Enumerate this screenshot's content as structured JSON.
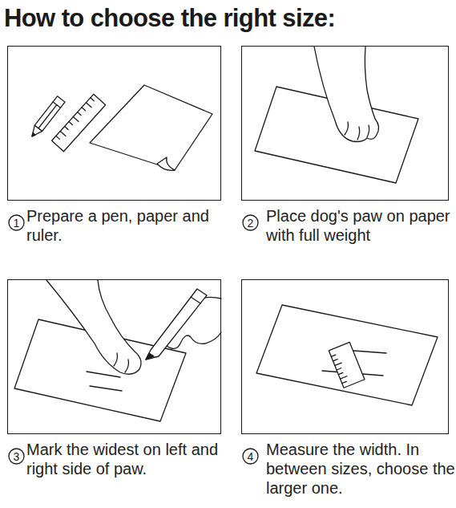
{
  "diagram": {
    "title": "How to choose the right size:",
    "nodes": [
      {
        "text": [
          "Prepare a pen, paper and ruler."
        ]
      },
      {
        "text": [
          "1"
        ]
      },
      {
        "text": [
          "Place dog's paw on paper with full weight"
        ]
      },
      {
        "text": [
          "2"
        ]
      },
      {
        "text": [
          "Mark the widest on left and right side of paw."
        ]
      },
      {
        "text": [
          "3"
        ]
      },
      {
        "text": [
          "Measure the width. In between sizes, choose the larger one."
        ]
      },
      {
        "text": [
          "4"
        ]
      }
    ]
  }
}
